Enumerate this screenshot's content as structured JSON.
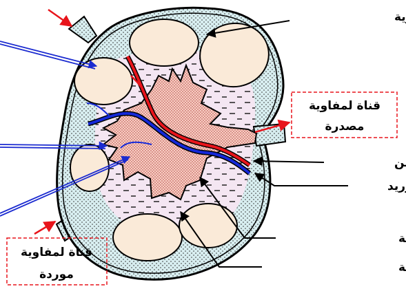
{
  "labels": {
    "cortex": "منطقة قشرية",
    "efferent_line1": "قناة لمفاوية",
    "efferent_line2": "مصدرة",
    "artery": "شرين",
    "vein": "وريد",
    "medulla": "منطقة نخاعية",
    "paracortex": "منطقة جار قشرية",
    "afferent_line1": "قناة لمفاوية",
    "afferent_line2": "موردة"
  },
  "colors": {
    "capsule_fill": "#d8eef0",
    "medulla_fill": "#f4e6f2",
    "nodule_fill": "#faead8",
    "core_fill": "#f8cfc4",
    "artery": "#e8141b",
    "vein": "#1428d8",
    "pointer_red": "#e8141b",
    "pointer_blue": "#1a2ad0",
    "dashed_box": "#e8141b"
  }
}
